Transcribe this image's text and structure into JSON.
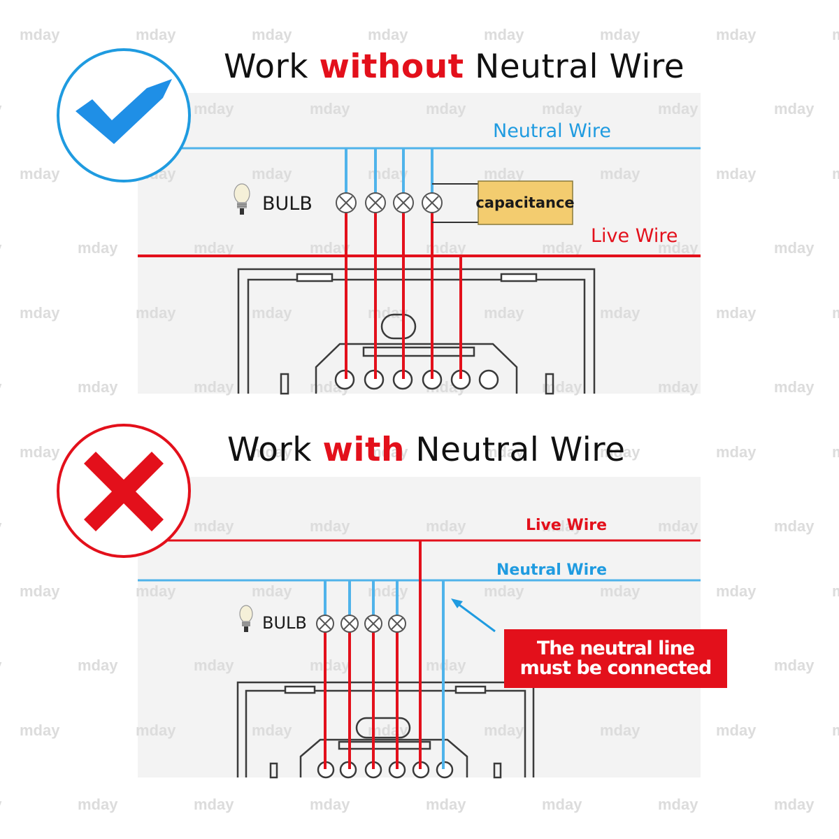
{
  "watermark": "mday",
  "top": {
    "title_before": "Work ",
    "title_highlight": "without",
    "title_after": " Neutral Wire",
    "status_icon": "check-circle-icon",
    "neutral_label": "Neutral Wire",
    "live_label": "Live Wire",
    "bulb_label": "BULB",
    "capacitance_label": "capacitance"
  },
  "bottom": {
    "title_before": "Work ",
    "title_highlight": "with",
    "title_after": " Neutral Wire",
    "status_icon": "cross-circle-icon",
    "live_label": "Live Wire",
    "neutral_label": "Neutral Wire",
    "bulb_label": "BULB",
    "callout_line1": "The neutral line",
    "callout_line2": "must be connected"
  },
  "colors": {
    "neutral_blue": "#4fb3ea",
    "live_red": "#e3101b",
    "check_blue": "#1f8fe6",
    "title_highlight": "#e3101b",
    "capacitor_fill": "#f3cc6f"
  }
}
